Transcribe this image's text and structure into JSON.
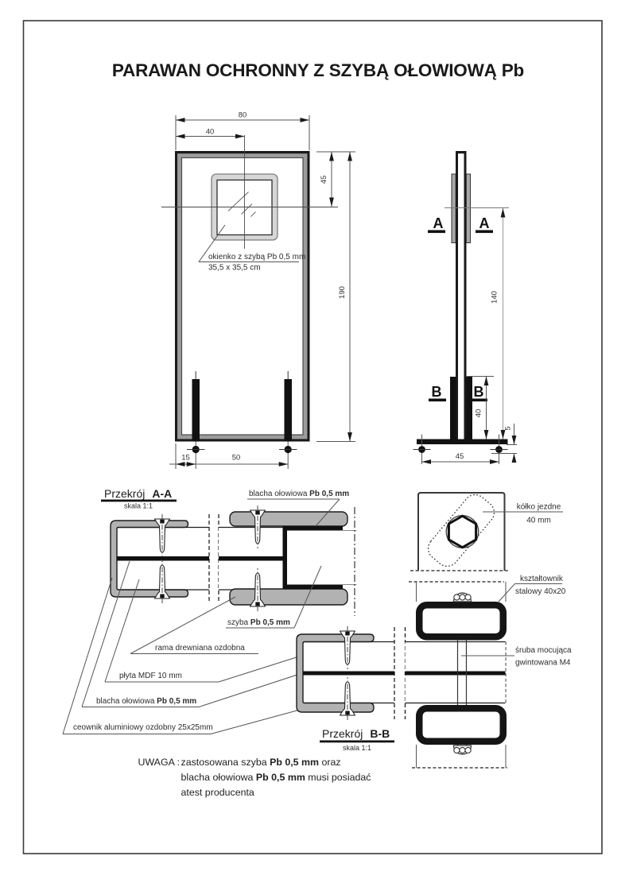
{
  "title": "PARAWAN OCHRONNY Z SZYBĄ OŁOWIOWĄ Pb",
  "front_view": {
    "dim_width": "80",
    "dim_window_x": "40",
    "dim_window_y": "45",
    "dim_height": "190",
    "dim_wheel_offset": "15",
    "dim_wheel_spacing": "50",
    "window_label": "okienko z szybą Pb 0,5 mm",
    "window_size": "35,5 x 35,5 cm"
  },
  "side_view": {
    "dim_height": "140",
    "dim_bracket": "40",
    "dim_base_width": "45",
    "dim_clearance": "5",
    "marker_a": "A",
    "marker_b": "B"
  },
  "section_aa": {
    "heading": "Przekrój",
    "heading_ref": "A-A",
    "scale": "skala 1:1",
    "label_lead_top": "blacha ołowiowa ",
    "label_lead_top_bold": "Pb 0,5 mm",
    "label_glass": "szyba ",
    "label_glass_bold": "Pb 0,5 mm",
    "label_wood_frame": "rama drewniana ozdobna",
    "label_mdf": "płyta MDF 10 mm",
    "label_lead_bottom": "blacha ołowiowa ",
    "label_lead_bottom_bold": "Pb 0,5 mm",
    "label_channel": "ceownik aluminiowy ozdobny 25x25mm"
  },
  "section_bb": {
    "heading": "Przekrój",
    "heading_ref": "B-B",
    "scale": "skala 1:1"
  },
  "details": {
    "caster_label": "kółko jezdne",
    "caster_size": "40 mm",
    "profile_label": "kształtownik",
    "profile_size": "stalowy 40x20",
    "bolt_label": "śruba mocująca",
    "bolt_size": "gwintowana M4"
  },
  "note": {
    "label": "UWAGA : ",
    "l1a": "zastosowana szyba ",
    "l1b": "Pb 0,5 mm",
    "l1c": " oraz",
    "l2a": "blacha ołowiowa ",
    "l2b": "Pb 0,5 mm",
    "l2c": " musi posiadać",
    "l3": "atest producenta"
  },
  "colors": {
    "line": "#1a1a1a",
    "gray_fill": "#b2b2b2",
    "panel_gray": "#9c9c9c",
    "window_gray": "#d6d6d6",
    "dim_line": "#555555"
  }
}
